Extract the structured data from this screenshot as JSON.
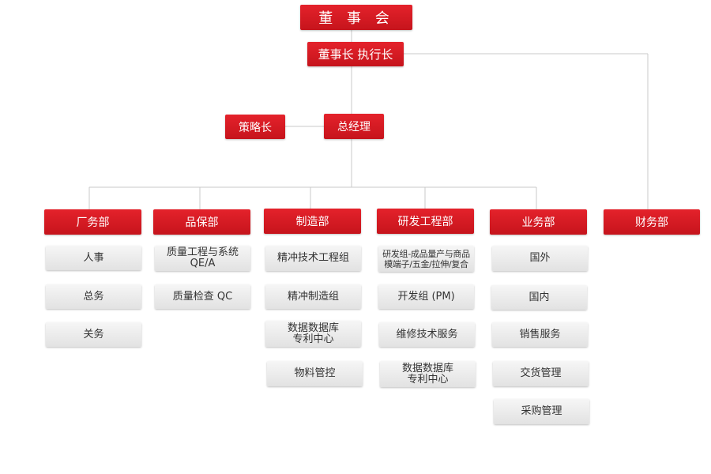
{
  "top": {
    "board": "董 事 会",
    "chairman": "董事长 执行长",
    "strategy": "策略长",
    "gm": "总经理"
  },
  "departments": {
    "factory": "厂务部",
    "quality": "品保部",
    "manufacturing": "制造部",
    "rnd": "研发工程部",
    "business": "业务部",
    "finance": "财务部"
  },
  "sub": {
    "factory": [
      "人事",
      "总务",
      "关务"
    ],
    "quality": [
      [
        "质量工程与系统",
        "QE/A"
      ],
      [
        "质量检查 QC"
      ]
    ],
    "manufacturing": [
      [
        "精冲技术工程组"
      ],
      [
        "精冲制造组"
      ],
      [
        "数据数据库",
        "专利中心"
      ],
      [
        "物料管控"
      ]
    ],
    "rnd": [
      [
        "研发组-成品量产与商品",
        "模端子/五金/拉伸/复合"
      ],
      [
        "开发组 (PM)"
      ],
      [
        "维修技术服务"
      ],
      [
        "数据数据库",
        "专利中心"
      ]
    ],
    "business": [
      "国外",
      "国内",
      "销售服务",
      "交货管理",
      "采购管理"
    ]
  }
}
